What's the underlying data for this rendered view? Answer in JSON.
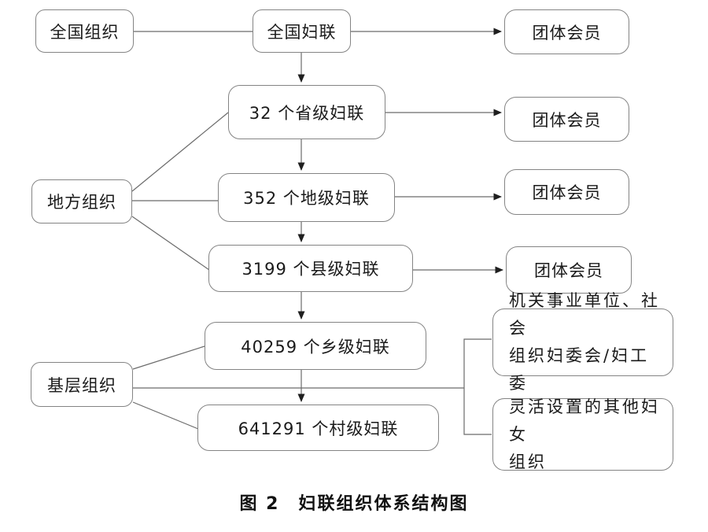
{
  "colors": {
    "box_border": "#848484",
    "connector_line": "#6b6b6b",
    "arrowhead": "#1f1f1f",
    "text": "#1a1a1a",
    "background": "#ffffff"
  },
  "diagram": {
    "caption": "图 2　妇联组织体系结构图",
    "nodes": {
      "national_org": "全国组织",
      "national_fulian": "全国妇联",
      "provincial": "32 个省级妇联",
      "prefecture": "352 个地级妇联",
      "county": "3199 个县级妇联",
      "township": "40259 个乡级妇联",
      "village": "641291 个村级妇联",
      "local_org": "地方组织",
      "grassroots_org": "基层组织",
      "group_members": [
        "团体会员",
        "团体会员",
        "团体会员",
        "团体会员"
      ],
      "org_committee": {
        "line1": "机关事业单位、社会",
        "line2": "组织妇委会/妇工委"
      },
      "flexible_org": {
        "line1": "灵活设置的其他妇女",
        "line2": "组织"
      }
    }
  }
}
